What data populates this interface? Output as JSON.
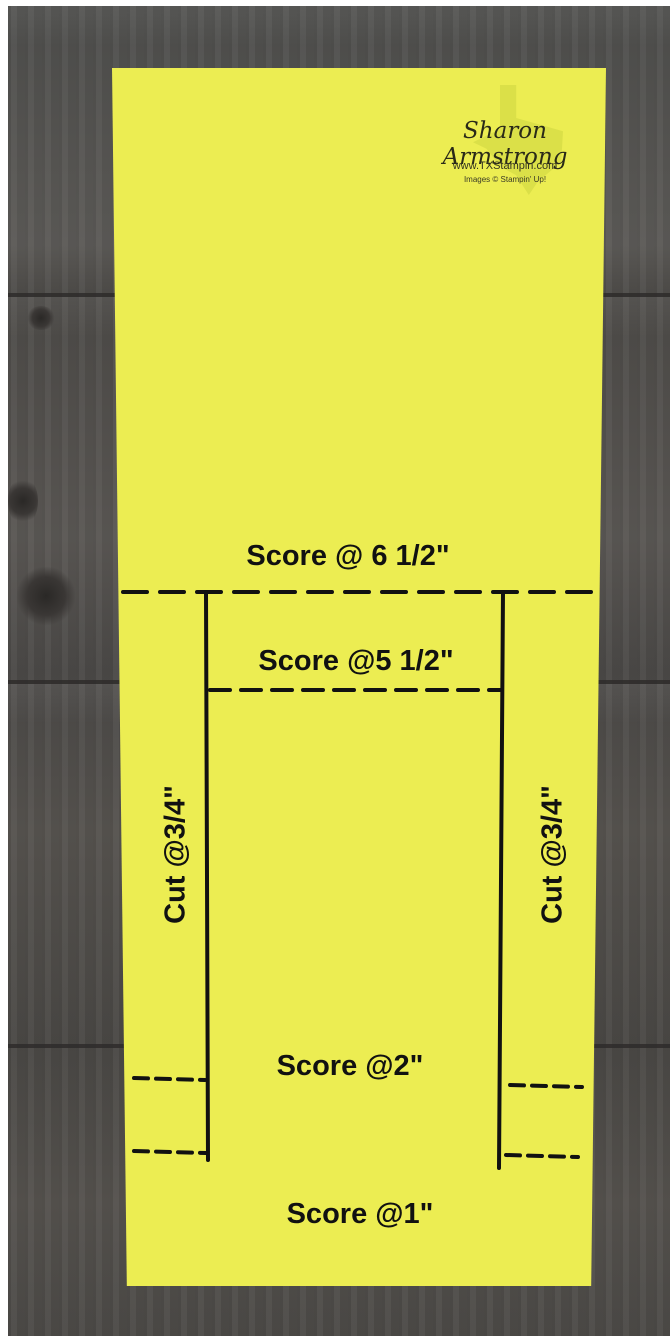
{
  "watermark": {
    "name": "Sharon Armstrong",
    "website": "www.TXStampin.com",
    "credit": "Images © Stampin' Up!"
  },
  "labels": {
    "score_6_5": "Score @ 6 1/2\"",
    "score_5_5": "Score @5 1/2\"",
    "score_2": "Score @2\"",
    "score_1": "Score @1\"",
    "cut_left": "Cut @3/4\"",
    "cut_right": "Cut @3/4\""
  },
  "colors": {
    "paper": "#eced52",
    "marker": "#111111",
    "wood": "#4e4c49"
  }
}
